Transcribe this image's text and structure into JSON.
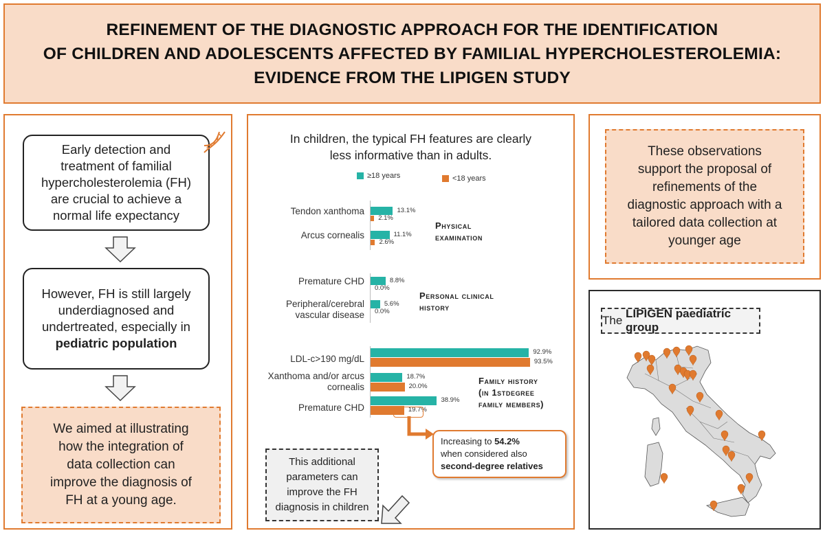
{
  "header": {
    "title_line1": "REFINEMENT OF THE DIAGNOSTIC APPROACH FOR THE IDENTIFICATION",
    "title_line2": "OF CHILDREN AND ADOLESCENTS AFFECTED BY FAMILIAL HYPERCHOLESTEROLEMIA:",
    "title_line3": "EVIDENCE FROM THE LIPIGEN STUDY"
  },
  "left": {
    "box1": [
      "Early detection and",
      "treatment of familial",
      "hypercholesterolemia (FH)",
      "are crucial to achieve a",
      "normal life expectancy"
    ],
    "box2": [
      "However, FH is still largely",
      "underdiagnosed and",
      "undertreated, especially in"
    ],
    "box2_bold": "pediatric population",
    "box3": [
      "We aimed at illustrating",
      "how the integration of",
      "data collection can",
      "improve the diagnosis of",
      "FH at a young age."
    ],
    "icon": "dna-icon"
  },
  "middle": {
    "heading_line1": "In children, the typical FH features are clearly",
    "heading_line2": "less informative than in adults.",
    "sections": {
      "physical_1": "Physical",
      "physical_2": "examination",
      "personal_1": "Personal clinical",
      "personal_2": "history",
      "family_1": "Family history",
      "family_2": "(in 1stdegree",
      "family_3": "family members)"
    },
    "category_labels": {
      "tendon": "Tendon xanthoma",
      "arcus": "Arcus cornealis",
      "pchd": "Premature CHD",
      "pvd_1": "Peripheral/cerebral",
      "pvd_2": "vascular disease",
      "ldl": "LDL-c>190 mg/dL",
      "xa_1": "Xanthoma and/or arcus",
      "xa_2": "cornealis",
      "fpchd": "Premature CHD"
    },
    "callout_line1": "Increasing to",
    "callout_value": "54.2%",
    "callout_line2": "when considered also",
    "callout_bold": "second-degree relatives",
    "gray_box": [
      "This additional",
      "parameters can",
      "improve the FH",
      "diagnosis in children"
    ]
  },
  "chart_data": {
    "type": "bar",
    "orientation": "horizontal",
    "categories": [
      "Tendon xanthoma",
      "Arcus cornealis",
      "Premature CHD",
      "Peripheral/cerebral vascular disease",
      "LDL-c>190 mg/dL",
      "Xanthoma and/or arcus cornealis",
      "Premature CHD"
    ],
    "series": [
      {
        "name": "≥18 years",
        "color": "#26b3a6",
        "values": [
          13.1,
          11.1,
          8.8,
          5.6,
          92.9,
          18.7,
          38.9
        ],
        "labels": [
          "13.1%",
          "11.1%",
          "8.8%",
          "5.6%",
          "92.9%",
          "18.7%",
          "38.9%"
        ]
      },
      {
        "name": "<18 years",
        "color": "#e07a2f",
        "values": [
          2.1,
          2.6,
          0.0,
          0.0,
          93.5,
          20.0,
          19.7
        ],
        "labels": [
          "2.1%",
          "2.6%",
          "0.0%",
          "0.0%",
          "93.5%",
          "20.0%",
          "19.7%"
        ]
      }
    ],
    "xlim": [
      0,
      100
    ],
    "legend": "top"
  },
  "right": {
    "box": [
      "These observations",
      "support the proposal of",
      "refinements of the",
      "diagnostic approach with a",
      "tailored data collection at",
      "younger age"
    ]
  },
  "map": {
    "title_prefix": "The",
    "title_bold": "LIPIGEN paediatric group",
    "pin_color": "#e07a2f",
    "land_color": "#dcdcdc"
  }
}
